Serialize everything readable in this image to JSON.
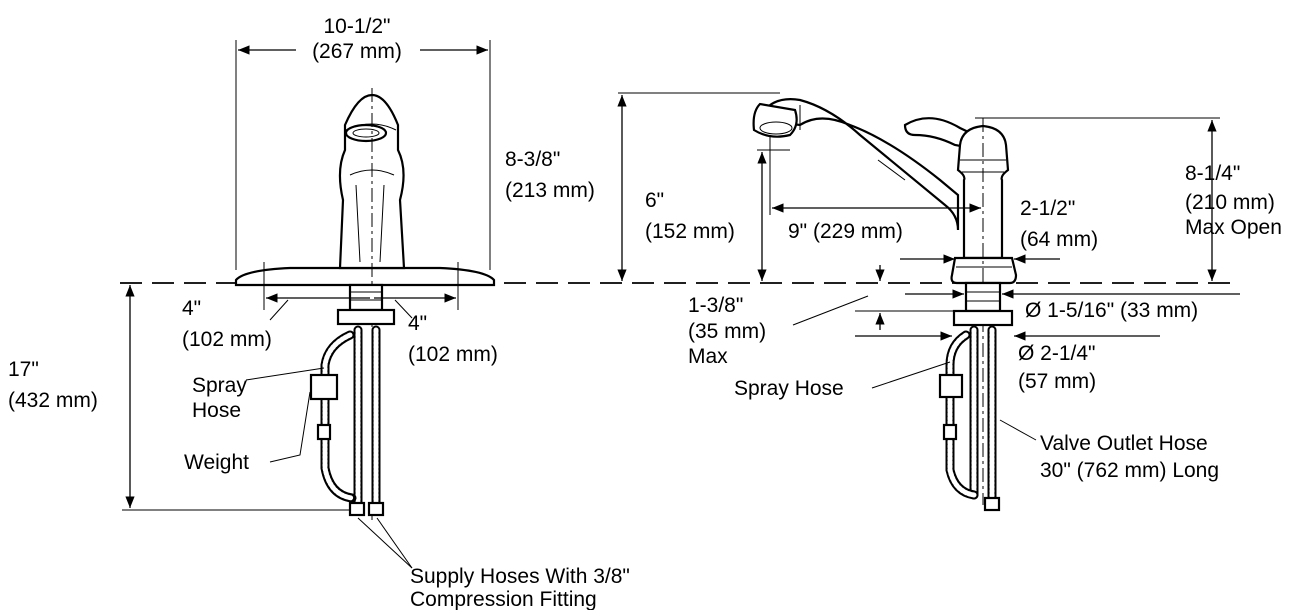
{
  "front_view": {
    "width_dim": "10-1/2\"",
    "width_dim_mm": "(267 mm)",
    "height_dim": "8-3/8\"",
    "height_dim_mm": "(213 mm)",
    "below_deck_dim": "17\"",
    "below_deck_dim_mm": "(432 mm)",
    "left_offset_dim": "4\"",
    "left_offset_dim_mm": "(102 mm)",
    "right_offset_dim": "4\"",
    "right_offset_dim_mm": "(102 mm)",
    "spray_hose_label_line1": "Spray",
    "spray_hose_label_line2": "Hose",
    "weight_label": "Weight",
    "supply_label_line1": "Supply Hoses With 3/8\"",
    "supply_label_line2": "Compression Fitting"
  },
  "side_view": {
    "spout_height_dim": "6\"",
    "spout_height_dim_mm": "(152 mm)",
    "reach_dim": "9\" (229 mm)",
    "base_dim": "2-1/2\"",
    "base_dim_mm": "(64 mm)",
    "max_open_dim": "8-1/4\"",
    "max_open_dim_mm": "(210 mm)",
    "max_open_label": "Max Open",
    "deck_thickness_dim": "1-3/8\"",
    "deck_thickness_dim_mm": "(35 mm)",
    "deck_thickness_max": "Max",
    "shank_dia_dim": "Ø 1-5/16\" (33 mm)",
    "nut_dia_dim": "Ø 2-1/4\"",
    "nut_dia_dim_mm": "(57 mm)",
    "spray_hose_label": "Spray Hose",
    "valve_hose_label_line1": "Valve Outlet Hose",
    "valve_hose_label_line2": "30\" (762 mm) Long"
  }
}
